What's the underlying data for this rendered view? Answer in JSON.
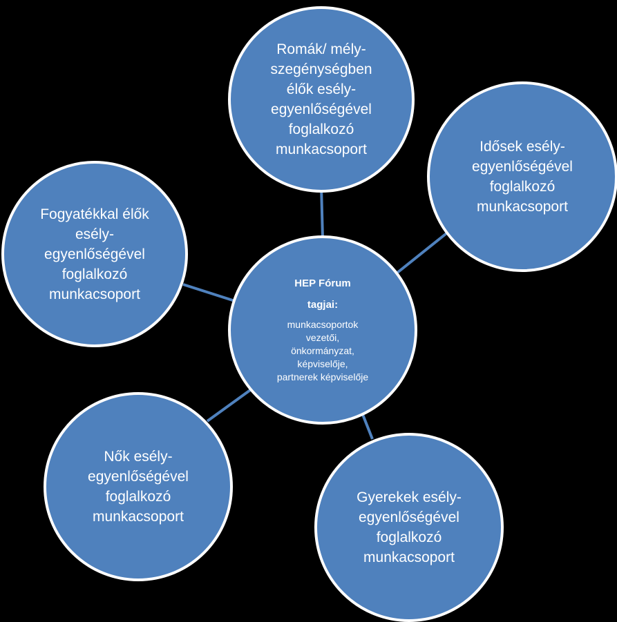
{
  "colors": {
    "background": "#000000",
    "node_fill": "#4f81bd",
    "node_border": "#ffffff",
    "connector": "#4f81bd",
    "text": "#ffffff"
  },
  "center": {
    "title": "HEP Fórum",
    "subtitle": "tagjai:",
    "body": "munkacsoportok\nvezetői,\nönkormányzat,\nképviselője,\npartnerek képviselője"
  },
  "nodes": {
    "romak": "Romák/ mély-\nszegénységben\nélők esély-\negyenlőségével\nfoglalkozó\nmunkacsoport",
    "idosek": "Idősek esély-\negyenlőségével\nfoglalkozó\nmunkacsoport",
    "fogyatekkal": "Fogyatékkal élők\nesély-\negyenlőségével\nfoglalkozó\nmunkacsoport",
    "nok": "Nők esély-\negyenlőségével\nfoglalkozó\nmunkacsoport",
    "gyerekek": "Gyerekek esély-\negyenlőségével\nfoglalkozó\nmunkacsoport"
  }
}
